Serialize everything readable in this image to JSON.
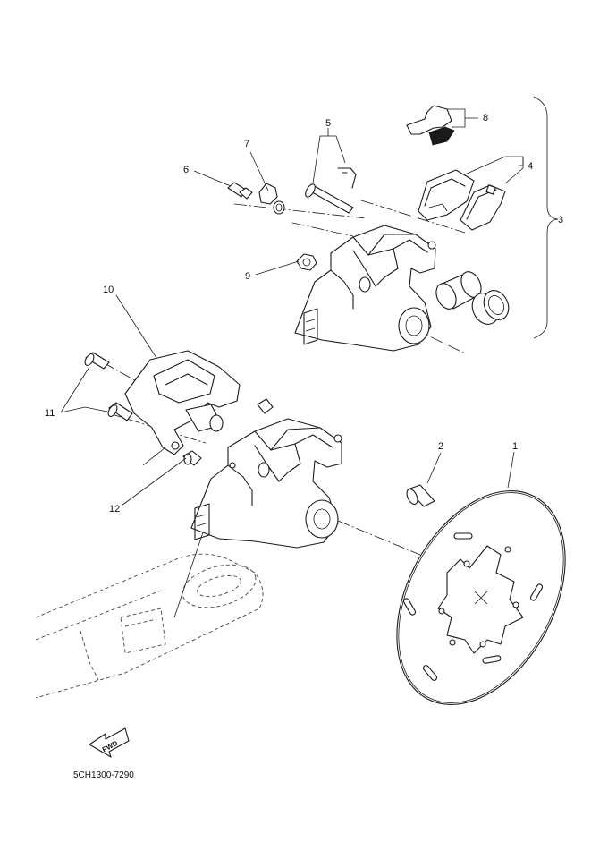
{
  "callouts": [
    "1",
    "2",
    "3",
    "4",
    "5",
    "6",
    "7",
    "8",
    "9",
    "10",
    "11",
    "12"
  ],
  "fwd_label": "FWD",
  "diagram_code": "5CH1300-7290"
}
